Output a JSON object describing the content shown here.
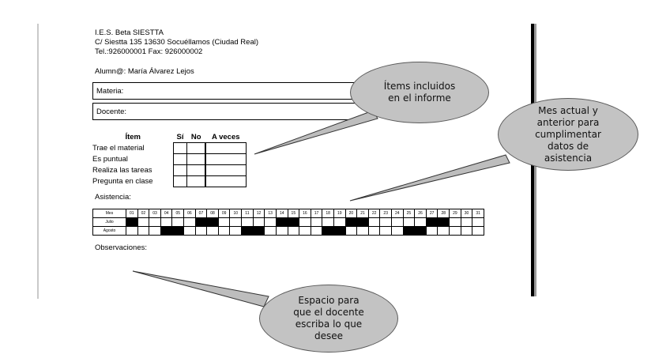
{
  "header": {
    "school": "I.E.S. Beta SIESTTA",
    "address": "C/ Siestta 135 13630 Socuéllamos (Ciudad Real)",
    "phone": "Tel.:926000001 Fax: 926000002"
  },
  "student_line": "Alumn@: María Álvarez Lejos",
  "fields": {
    "subject": "Materia:",
    "teacher": "Docente:"
  },
  "items_table": {
    "headers": [
      "Ítem",
      "Sí",
      "No",
      "A veces"
    ],
    "rows": [
      "Trae el material",
      "Es puntual",
      "Realiza las tareas",
      "Pregunta en clase"
    ]
  },
  "attendance": {
    "label": "Asistencia:",
    "month_header": "Mes",
    "days": [
      "01",
      "02",
      "03",
      "04",
      "05",
      "06",
      "07",
      "08",
      "09",
      "10",
      "11",
      "12",
      "13",
      "14",
      "15",
      "16",
      "17",
      "18",
      "19",
      "20",
      "21",
      "22",
      "23",
      "24",
      "25",
      "26",
      "27",
      "28",
      "29",
      "30",
      "31"
    ],
    "rows": [
      {
        "month": "Julio",
        "filled": [
          1,
          7,
          8,
          14,
          15,
          20,
          21,
          27,
          28
        ]
      },
      {
        "month": "Agosto",
        "filled": [
          4,
          5,
          11,
          12,
          18,
          19,
          25,
          26
        ]
      }
    ]
  },
  "observations_label": "Observaciones:",
  "callouts": {
    "items": "Ítems incluidos en el informe",
    "months": "Mes actual y anterior para cumplimentar datos de asistencia",
    "space": "Espacio para que el docente escriba lo que desee"
  }
}
